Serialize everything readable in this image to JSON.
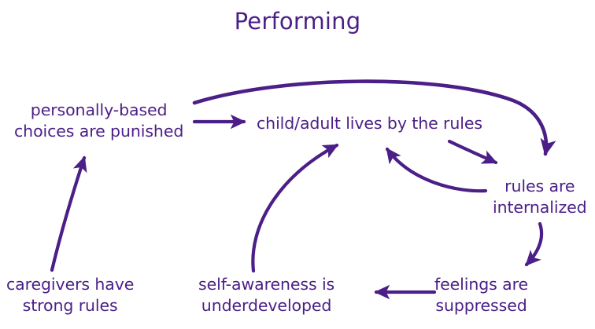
{
  "title": "Performing",
  "colors": {
    "ink": "#4b1f87",
    "background": "#ffffff"
  },
  "diagram": {
    "type": "cycle-flow-diagram",
    "nodes": [
      {
        "id": "personally-based",
        "line1": "personally-based",
        "line2": "choices are punished"
      },
      {
        "id": "child-adult",
        "line1": "child/adult lives by the rules",
        "line2": ""
      },
      {
        "id": "rules-internalized",
        "line1": "rules are",
        "line2": "internalized"
      },
      {
        "id": "feelings",
        "line1": "feelings are",
        "line2": "suppressed"
      },
      {
        "id": "self-awareness",
        "line1": "self-awareness is",
        "line2": "underdeveloped"
      },
      {
        "id": "caregivers",
        "line1": "caregivers have",
        "line2": "strong rules"
      }
    ],
    "edges": [
      {
        "from": "personally-based",
        "to": "child-adult",
        "style": "straight"
      },
      {
        "from": "personally-based",
        "to": "rules-internalized",
        "style": "long-curve-over-top"
      },
      {
        "from": "child-adult",
        "to": "rules-internalized",
        "style": "short-diagonal"
      },
      {
        "from": "rules-internalized",
        "to": "child-adult",
        "style": "curve-left-up"
      },
      {
        "from": "rules-internalized",
        "to": "feelings",
        "style": "curve-down"
      },
      {
        "from": "feelings",
        "to": "self-awareness",
        "style": "straight-left"
      },
      {
        "from": "self-awareness",
        "to": "child-adult",
        "style": "curve-up-right"
      },
      {
        "from": "caregivers",
        "to": "personally-based",
        "style": "curve-up"
      }
    ]
  }
}
